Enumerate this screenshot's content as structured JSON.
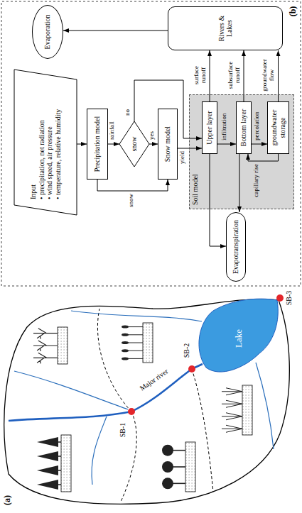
{
  "diagram": {
    "nodes": [
      {
        "text": [
          "Input",
          "• precipitation, net radiation",
          "• wind speed, air pressure",
          "• temperature, relative humidity"
        ]
      },
      {
        "text": [
          "Precipitation model"
        ]
      },
      {
        "text": [
          "snow"
        ]
      },
      {
        "text": [
          "Snow model"
        ]
      },
      {
        "text": [
          "Evaporation"
        ]
      },
      {
        "text": [
          "Rivers & Lakes"
        ]
      },
      {
        "text": [
          "Soil model"
        ]
      },
      {
        "text": [
          "Upper layer"
        ],
        "in": 6
      },
      {
        "text": [
          "Bottom layer"
        ],
        "in": 6
      },
      {
        "text": [
          "groundwater storage"
        ],
        "in": 6
      },
      {
        "text": [
          "Evapotranspiration"
        ]
      },
      {
        "text": [
          "Lake"
        ]
      }
    ],
    "edges": [
      {
        "from": 0,
        "to": 1,
        "arrow": "to"
      },
      {
        "from": 1,
        "to": 2,
        "label": "rainfall",
        "arrow": "to"
      },
      {
        "from": 1,
        "to": 3,
        "label": "snow",
        "arrow": "to"
      },
      {
        "from": 2,
        "to": 3,
        "label": "yes",
        "arrow": "to"
      },
      {
        "from": 2,
        "to": 7,
        "label": "no",
        "arrow": "to"
      },
      {
        "from": 3,
        "to": 7,
        "label": "yield",
        "arrow": "to"
      },
      {
        "from": 7,
        "to": 8,
        "label": "infiltration",
        "arrow": "to"
      },
      {
        "from": 8,
        "to": 9,
        "label": "percolation",
        "arrow": "to"
      },
      {
        "from": 9,
        "to": 8,
        "label": "capillary rise",
        "arrow": "to"
      },
      {
        "from": 7,
        "to": 10,
        "arrow": "to"
      },
      {
        "from": 8,
        "to": 10,
        "arrow": "to"
      },
      {
        "from": 7,
        "to": 5,
        "label": "surface runoff",
        "arrow": "to"
      },
      {
        "from": 8,
        "to": 5,
        "label": "subsurface runoff",
        "arrow": "to"
      },
      {
        "from": 9,
        "to": 5,
        "label": "groundwater flow",
        "arrow": "to"
      },
      {
        "from": 5,
        "to": 4,
        "arrow": "to"
      }
    ],
    "labels": [
      "(a)",
      "(b)",
      "Major river",
      "SB-1",
      "SB-2",
      "SB-3"
    ]
  }
}
